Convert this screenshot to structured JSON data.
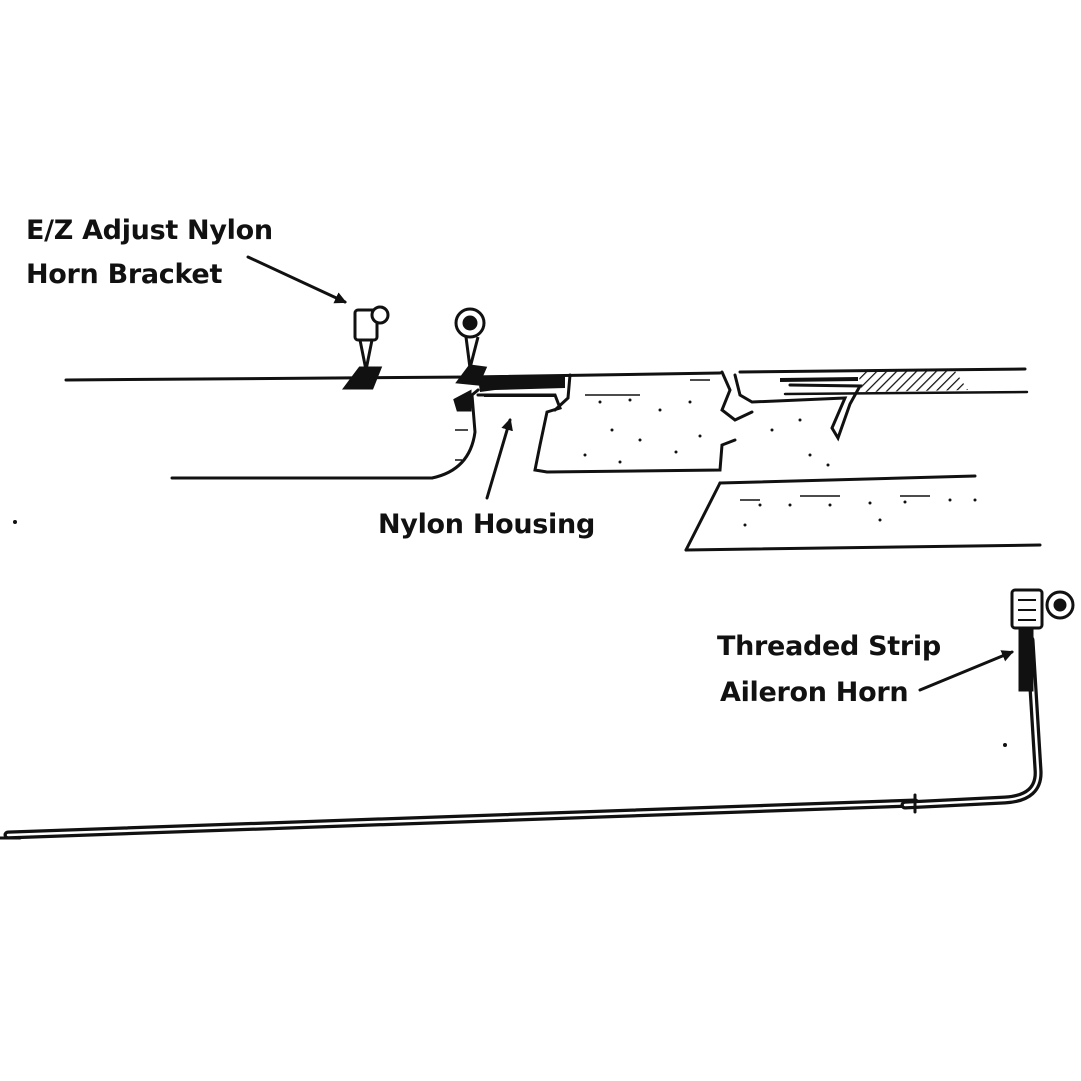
{
  "labels": {
    "horn_bracket": {
      "line1": "E/Z Adjust Nylon",
      "line2": "Horn Bracket"
    },
    "nylon_housing": "Nylon Housing",
    "aileron_horn": {
      "line1": "Threaded Strip",
      "line2": "Aileron Horn"
    }
  },
  "colors": {
    "ink": "#111111",
    "paper": "#ffffff"
  }
}
